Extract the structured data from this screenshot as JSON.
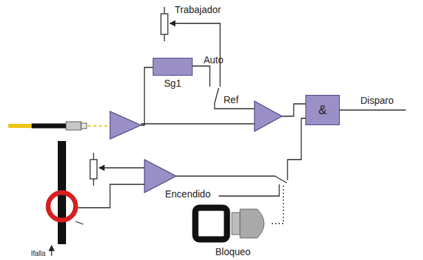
{
  "diagram": {
    "nodes": [
      {
        "text": [
          "Sg1"
        ]
      },
      {
        "text": [
          "&"
        ]
      }
    ],
    "labels": [
      "Trabajador",
      "Auto",
      "Ref",
      "Disparo",
      "Encendido",
      "Bloqueo",
      "Ifalla"
    ]
  }
}
